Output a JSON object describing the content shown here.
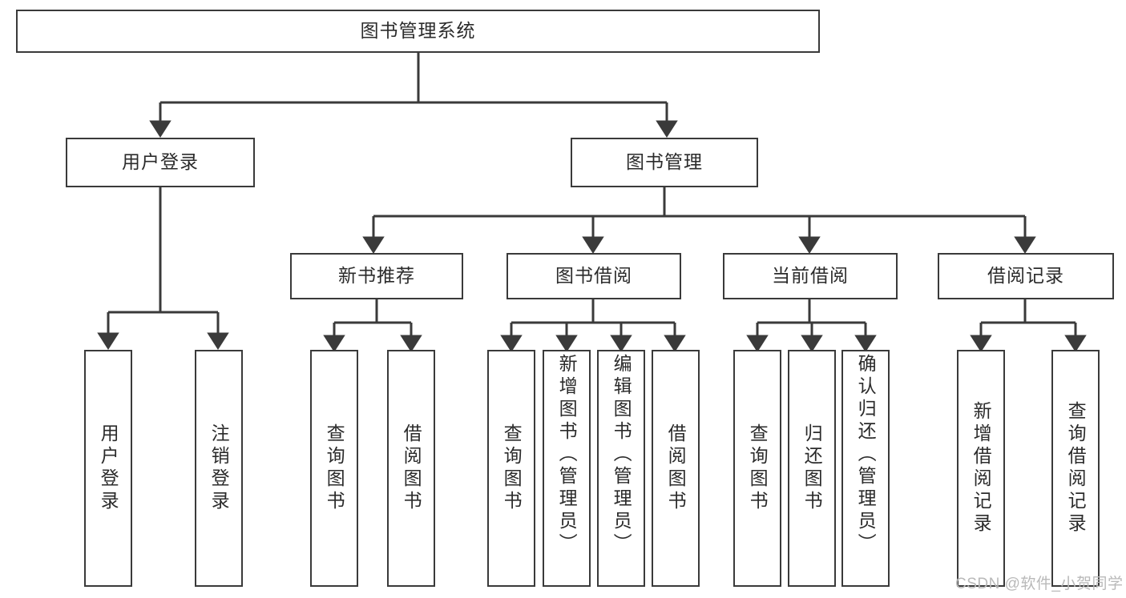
{
  "diagram": {
    "type": "tree-hierarchy-chart",
    "title": "图书管理系统",
    "root": {
      "id": "root",
      "label": "图书管理系统",
      "orientation": "horizontal"
    },
    "level2": [
      {
        "id": "user-login",
        "label": "用户登录",
        "orientation": "horizontal"
      },
      {
        "id": "book-manage",
        "label": "图书管理",
        "orientation": "horizontal"
      }
    ],
    "level3": [
      {
        "id": "new-book-recommend",
        "label": "新书推荐",
        "orientation": "horizontal",
        "parent": "book-manage"
      },
      {
        "id": "book-borrow",
        "label": "图书借阅",
        "orientation": "horizontal",
        "parent": "book-manage"
      },
      {
        "id": "current-borrow",
        "label": "当前借阅",
        "orientation": "horizontal",
        "parent": "book-manage"
      },
      {
        "id": "borrow-record",
        "label": "借阅记录",
        "orientation": "horizontal",
        "parent": "book-manage"
      }
    ],
    "leaves": [
      {
        "id": "leaf-user-login",
        "label": "用户登录",
        "parent": "user-login",
        "align": "center"
      },
      {
        "id": "leaf-logout-login",
        "label": "注销登录",
        "parent": "user-login",
        "align": "center"
      },
      {
        "id": "leaf-query-book-1",
        "label": "查询图书",
        "parent": "new-book-recommend",
        "align": "center"
      },
      {
        "id": "leaf-borrow-book-1",
        "label": "借阅图书",
        "parent": "new-book-recommend",
        "align": "center"
      },
      {
        "id": "leaf-query-book-2",
        "label": "查询图书",
        "parent": "book-borrow",
        "align": "center"
      },
      {
        "id": "leaf-add-book",
        "label": "新增图书（管理员）",
        "parent": "book-borrow",
        "align": "top"
      },
      {
        "id": "leaf-edit-book",
        "label": "编辑图书（管理员）",
        "parent": "book-borrow",
        "align": "top"
      },
      {
        "id": "leaf-borrow-book-2",
        "label": "借阅图书",
        "parent": "book-borrow",
        "align": "center"
      },
      {
        "id": "leaf-query-book-3",
        "label": "查询图书",
        "parent": "current-borrow",
        "align": "center"
      },
      {
        "id": "leaf-return-book",
        "label": "归还图书",
        "parent": "current-borrow",
        "align": "center"
      },
      {
        "id": "leaf-confirm-return",
        "label": "确认归还（管理员）",
        "parent": "current-borrow",
        "align": "top"
      },
      {
        "id": "leaf-add-record",
        "label": "新增借阅记录",
        "parent": "borrow-record",
        "align": "center"
      },
      {
        "id": "leaf-query-record",
        "label": "查询借阅记录",
        "parent": "borrow-record",
        "align": "center"
      }
    ],
    "watermark": "CSDN @软件_小贺同学",
    "colors": {
      "border": "#3a3a3a",
      "text": "#2b2b2b",
      "background": "#ffffff",
      "connector": "#3a3a3a",
      "watermark": "#b9b9b9"
    }
  }
}
